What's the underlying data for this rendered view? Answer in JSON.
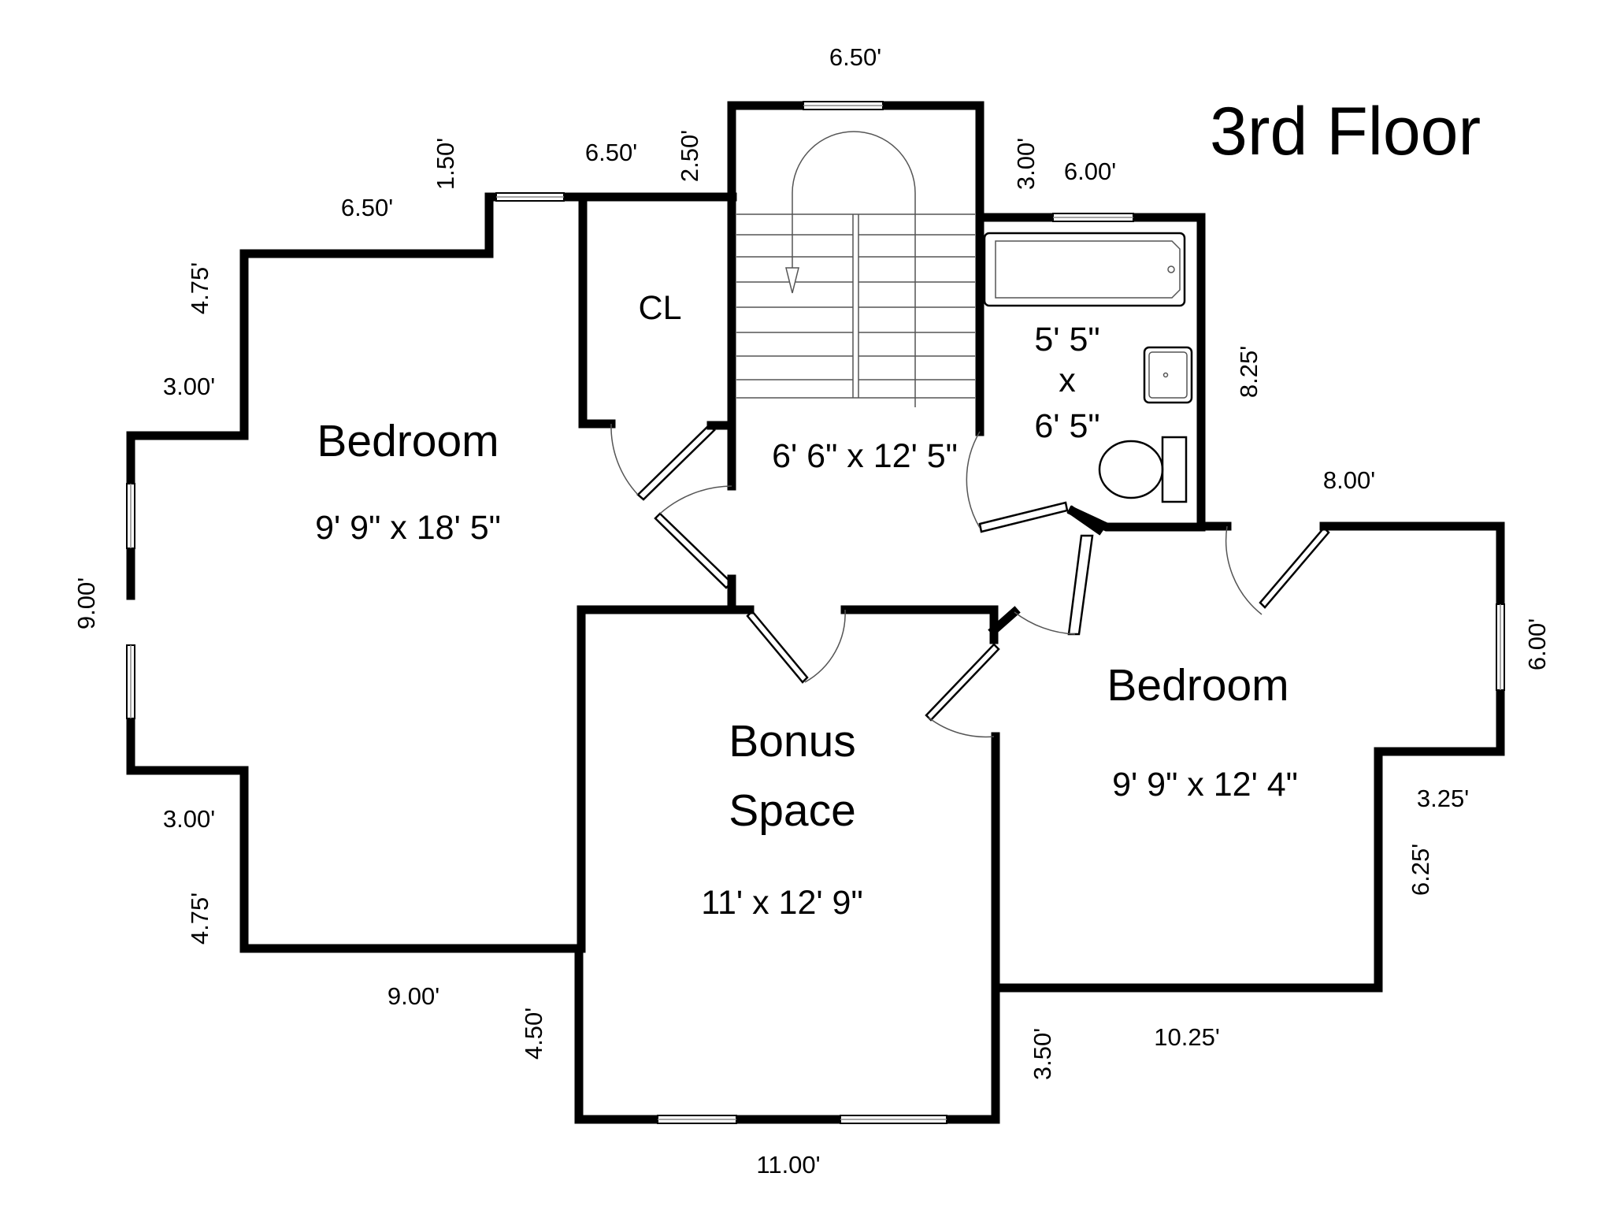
{
  "title": "3rd Floor",
  "rooms": {
    "bedroom_left": {
      "name": "Bedroom",
      "size": "9' 9\" x 18' 5\""
    },
    "closet": {
      "name": "CL"
    },
    "stair_hall": {
      "size": "6' 6\" x 12' 5\""
    },
    "bathroom": {
      "size_line1": "5' 5\"",
      "size_line2": "x",
      "size_line3": "6' 5\""
    },
    "bedroom_right": {
      "name": "Bedroom",
      "size": "9' 9\" x 12' 4\""
    },
    "bonus": {
      "name_line1": "Bonus",
      "name_line2": "Space",
      "size": "11' x 12' 9\""
    }
  },
  "dimensions": {
    "top_stair": "6.50'",
    "left_upper_wall": "6.50'",
    "left_jog": "1.50'",
    "closet_top": "6.50'",
    "closet_side": "2.50'",
    "bath_side": "3.00'",
    "bath_top": "6.00'",
    "left_upper_side": "4.75'",
    "left_upper_step": "3.00'",
    "left_side": "9.00'",
    "left_lower_step": "3.00'",
    "left_lower_side": "4.75'",
    "left_bottom": "9.00'",
    "bonus_side": "4.50'",
    "bonus_bottom": "11.00'",
    "right_lower_side": "3.50'",
    "right_bottom": "10.25'",
    "bath_right": "8.25'",
    "right_top": "8.00'",
    "right_side": "6.00'",
    "right_step": "3.25'",
    "right_lower_right": "6.25'"
  }
}
